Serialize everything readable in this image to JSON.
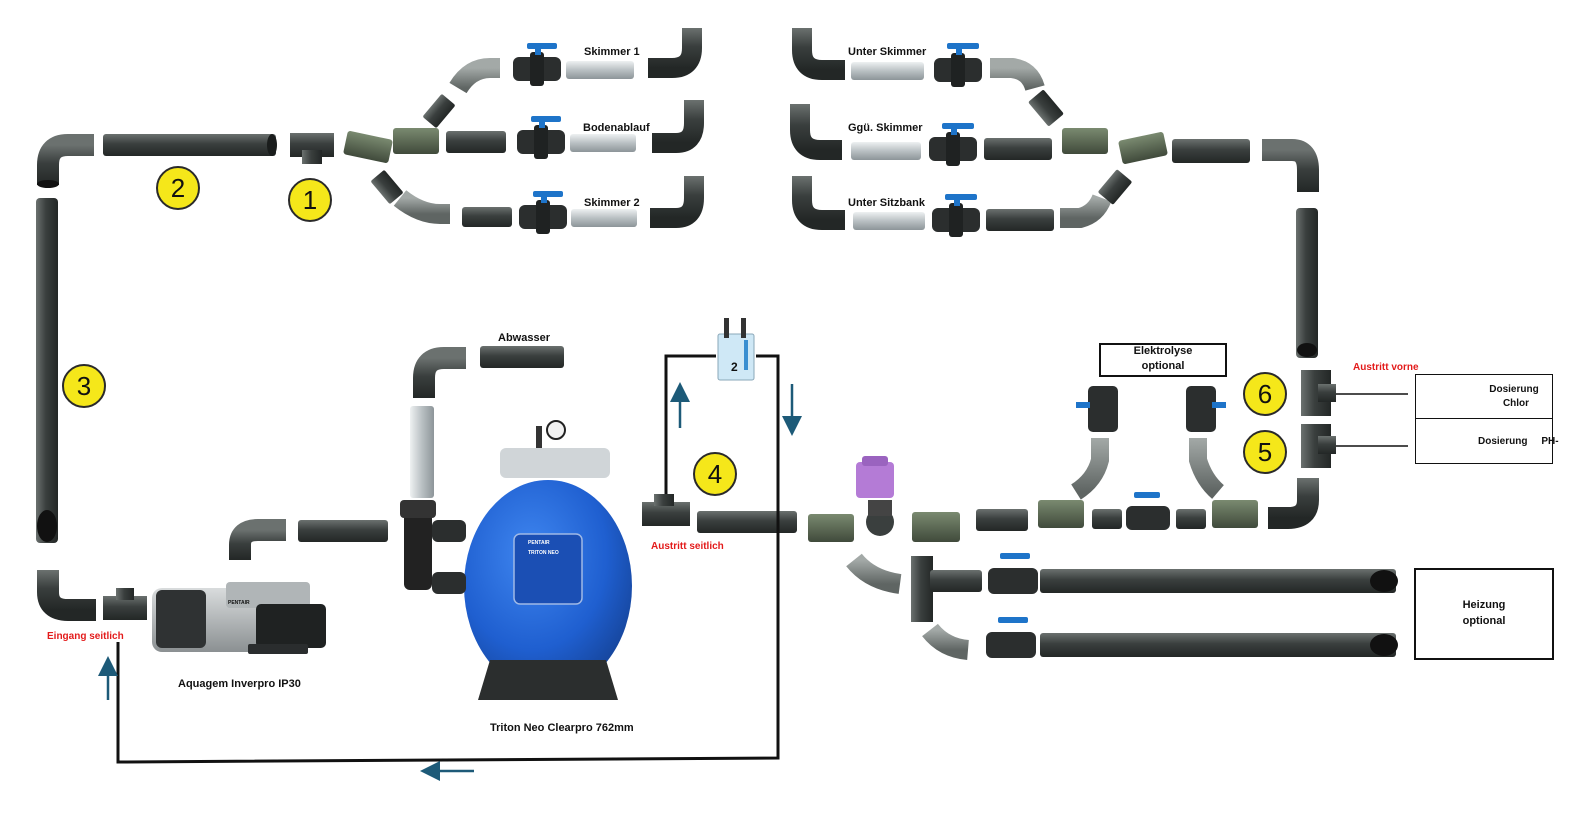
{
  "skimmers_left": {
    "skimmer1": "Skimmer 1",
    "bodenablauf": "Bodenablauf",
    "skimmer2": "Skimmer 2"
  },
  "skimmers_right": {
    "unter_skimmer": "Unter Skimmer",
    "ggue_skimmer": "Ggü. Skimmer",
    "unter_sitzbank": "Unter Sitzbank"
  },
  "markers": {
    "m1": "1",
    "m2": "2",
    "m3": "3",
    "m4": "4",
    "m5": "5",
    "m6": "6"
  },
  "labels": {
    "abwasser": "Abwasser",
    "eingang": "Eingang seitlich",
    "pump": "Aquagem Inverpro IP30",
    "filter": "Triton Neo Clearpro 762mm",
    "austritt_seitlich": "Austritt seitlich",
    "austritt_vorne": "Austritt vorne",
    "sensor_number": "2",
    "pump_brand": "PENTAIR",
    "filter_brand": "PENTAIR",
    "filter_model": "TRITON NEO"
  },
  "elektrolyse": {
    "line1": "Elektrolyse",
    "line2": "optional"
  },
  "heizung": {
    "line1": "Heizung",
    "line2": "optional"
  },
  "dosing": {
    "chlor_line1": "Dosierung",
    "chlor_line2": "Chlor",
    "ph": "Dosierung     PH-"
  },
  "colors": {
    "pipe": "#3d4140",
    "pipe_light": "#7e8481",
    "fitting_grey": "#6a7270",
    "fitting_olive": "#5d6a55",
    "valve_handle": "#1e74c9",
    "badge": "#f5e71a",
    "filter_blue": "#1f5fd0",
    "accent_red": "#e31b1b",
    "arrow": "#1d5a78"
  }
}
